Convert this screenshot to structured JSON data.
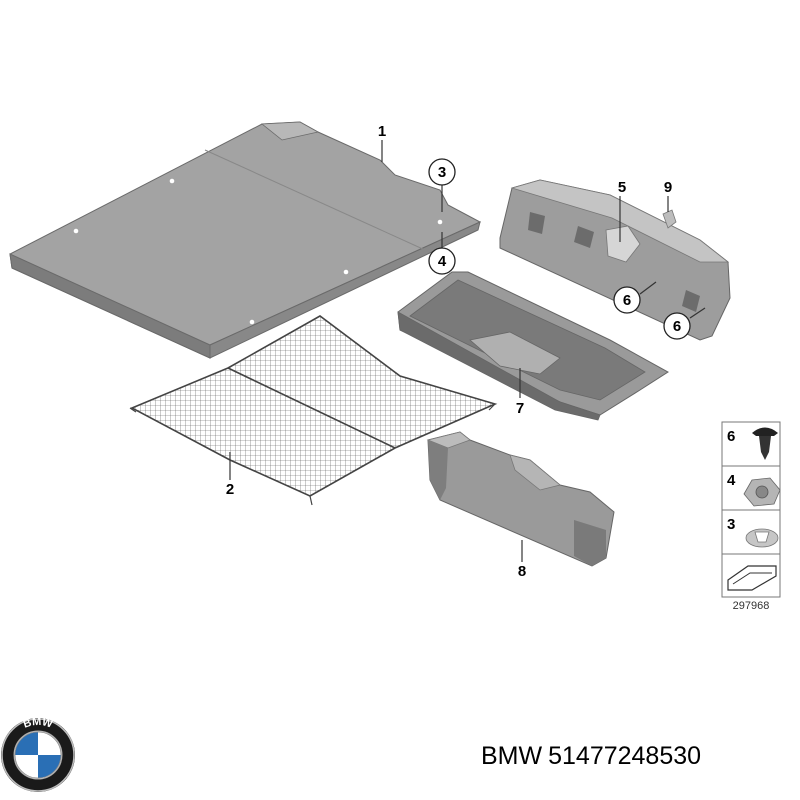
{
  "callouts": {
    "c1": "1",
    "c2": "2",
    "c3": "3",
    "c4": "4",
    "c5": "5",
    "c6a": "6",
    "c6b": "6",
    "c7": "7",
    "c8": "8",
    "c9": "9"
  },
  "legend": {
    "items": [
      "6",
      "4",
      "3"
    ]
  },
  "reference_code": "297968",
  "caption": {
    "brand": "BMW",
    "part_number": "51477248530"
  },
  "logo": {
    "letters": "BMW",
    "colors": {
      "blue": "#2a6fb5",
      "white": "#ffffff",
      "ring": "#1a1a1a"
    }
  },
  "colors": {
    "part_fill": "#9a9a9a",
    "part_dark": "#6f6f6f",
    "part_light": "#c2c2c2",
    "line": "#555555"
  }
}
